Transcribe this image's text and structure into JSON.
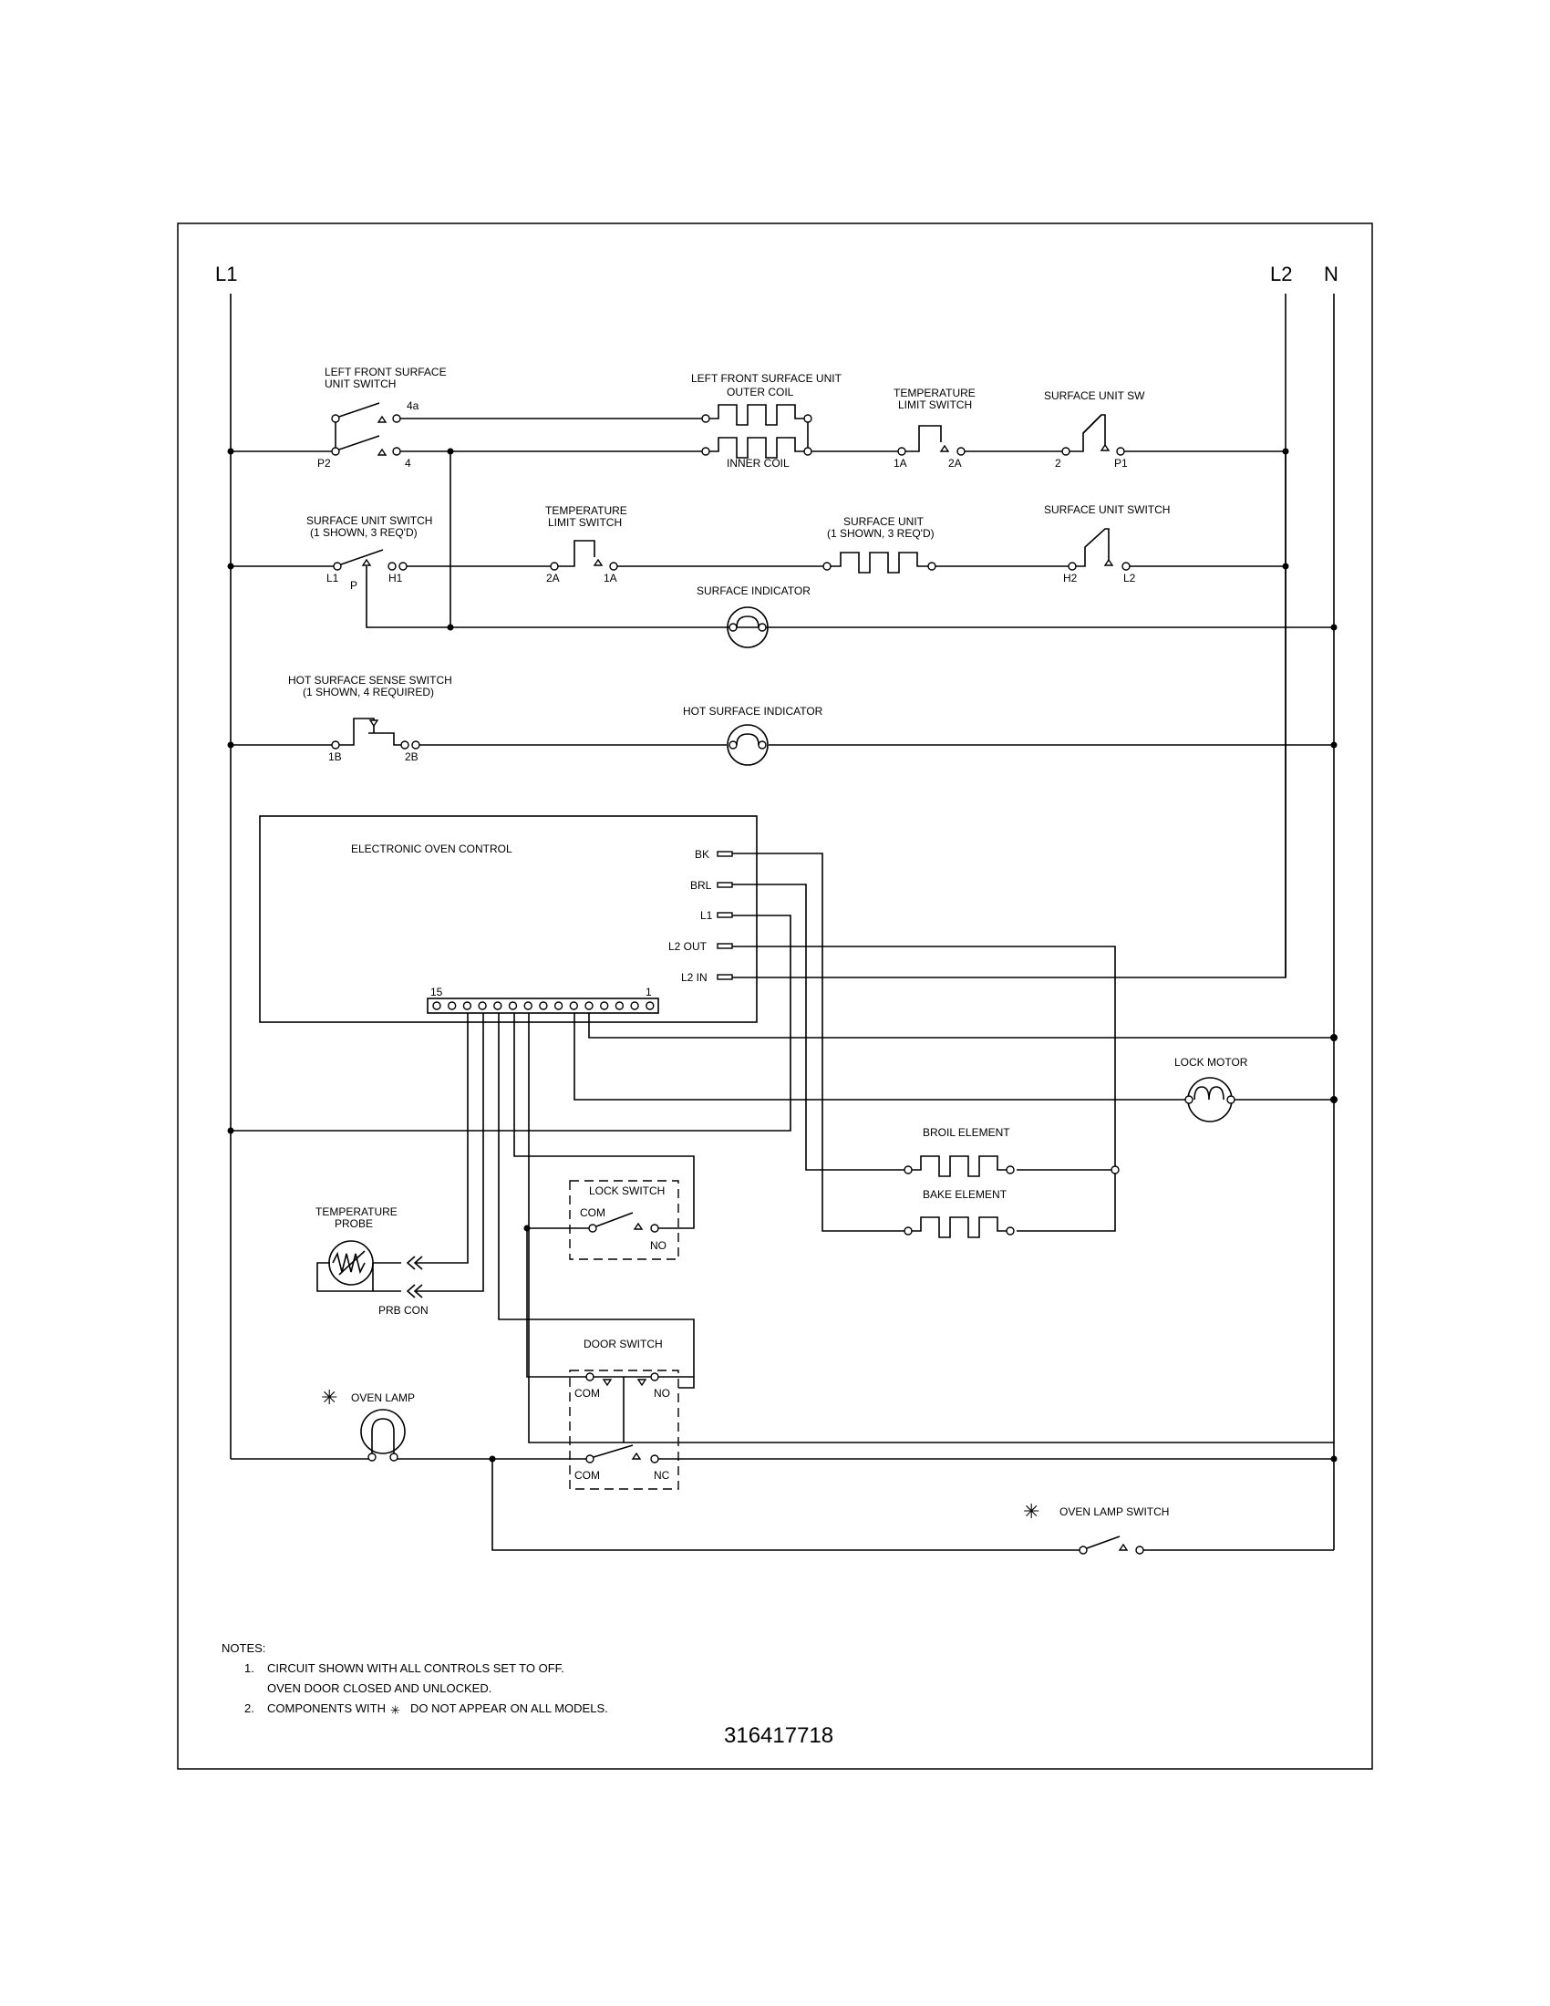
{
  "rails": {
    "l1": "L1",
    "l2": "L2",
    "n": "N"
  },
  "row1": {
    "switch_title": [
      "LEFT FRONT SURFACE",
      "UNIT SWITCH"
    ],
    "switch_pins": {
      "a": "4a",
      "b": "4",
      "p2": "P2"
    },
    "unit_title": "LEFT FRONT SURFACE UNIT",
    "outer": "OUTER COIL",
    "inner": "INNER COIL",
    "limit_title": [
      "TEMPERATURE",
      "LIMIT SWITCH"
    ],
    "limit_pins": {
      "a": "1A",
      "b": "2A"
    },
    "sw_title": "SURFACE UNIT SW",
    "sw_pins": {
      "a": "2",
      "b": "P1"
    }
  },
  "row2": {
    "switch_title": [
      "SURFACE UNIT SWITCH",
      "(1 SHOWN, 3 REQ'D)"
    ],
    "switch_pins": {
      "l1": "L1",
      "p": "P",
      "h1": "H1"
    },
    "limit_title": [
      "TEMPERATURE",
      "LIMIT SWITCH"
    ],
    "limit_pins": {
      "a": "2A",
      "b": "1A"
    },
    "unit_title": [
      "SURFACE UNIT",
      "(1 SHOWN, 3 REQ'D)"
    ],
    "sw_title": "SURFACE UNIT SWITCH",
    "sw_pins": {
      "a": "H2",
      "b": "L2"
    },
    "indicator": "SURFACE INDICATOR"
  },
  "row3": {
    "sense_title": [
      "HOT SURFACE SENSE SWITCH",
      "(1 SHOWN, 4 REQUIRED)"
    ],
    "sense_pins": {
      "a": "1B",
      "b": "2B"
    },
    "indicator": "HOT SURFACE INDICATOR"
  },
  "control": {
    "title": "ELECTRONIC OVEN CONTROL",
    "pins": [
      "BK",
      "BRL",
      "L1",
      "L2 OUT",
      "L2 IN"
    ],
    "connector_left": "15",
    "connector_right": "1"
  },
  "lower": {
    "lock_motor": "LOCK MOTOR",
    "broil": "BROIL ELEMENT",
    "bake": "BAKE ELEMENT",
    "lock_switch": "LOCK SWITCH",
    "com": "COM",
    "no": "NO",
    "nc": "NC",
    "probe": [
      "TEMPERATURE",
      "PROBE"
    ],
    "prb_con": "PRB CON",
    "door_switch": "DOOR SWITCH",
    "oven_lamp": "OVEN LAMP",
    "oven_lamp_switch": "OVEN LAMP SWITCH",
    "asterisk": "✳"
  },
  "notes": {
    "title": "NOTES:",
    "n1_num": "1.",
    "n1_a": "CIRCUIT SHOWN WITH ALL CONTROLS SET TO OFF.",
    "n1_b": "OVEN DOOR CLOSED AND UNLOCKED.",
    "n2_num": "2.",
    "n2_a": "COMPONENTS WITH",
    "n2_b": "DO NOT APPEAR ON ALL MODELS."
  },
  "part_number": "316417718"
}
